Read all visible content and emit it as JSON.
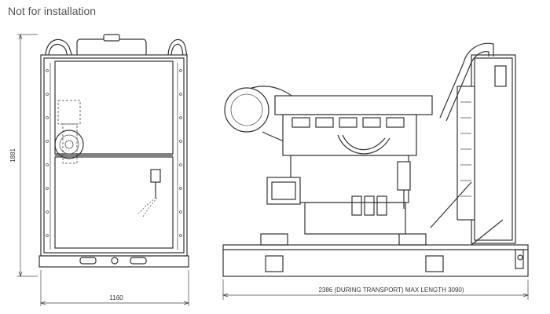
{
  "header": {
    "note": "Not for installation"
  },
  "dimensions": {
    "height": "1881",
    "front_width": "1160",
    "side_length": "2386   (DURING TRANSPORT)  MAX LENGTH 3090)"
  }
}
